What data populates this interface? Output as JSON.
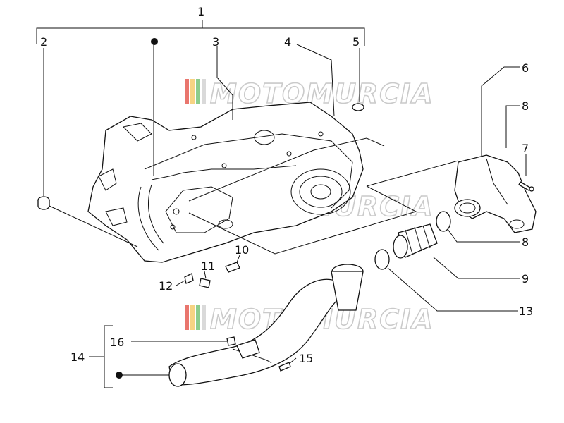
{
  "watermark": "MOTOMURCIA",
  "colors": {
    "line": "#111111",
    "background": "#ffffff",
    "watermark_stripes": [
      "#e03c31",
      "#f2c14e",
      "#5bb75b",
      "#c9c9c9"
    ]
  },
  "parts": [
    {
      "id": "1",
      "label": "1"
    },
    {
      "id": "2",
      "label": "2"
    },
    {
      "id": "3",
      "label": "3"
    },
    {
      "id": "4",
      "label": "4"
    },
    {
      "id": "5",
      "label": "5"
    },
    {
      "id": "6",
      "label": "6"
    },
    {
      "id": "7",
      "label": "7"
    },
    {
      "id": "8a",
      "label": "8"
    },
    {
      "id": "8b",
      "label": "8"
    },
    {
      "id": "9",
      "label": "9"
    },
    {
      "id": "10",
      "label": "10"
    },
    {
      "id": "11",
      "label": "11"
    },
    {
      "id": "12",
      "label": "12"
    },
    {
      "id": "13",
      "label": "13"
    },
    {
      "id": "14",
      "label": "14"
    },
    {
      "id": "15",
      "label": "15"
    },
    {
      "id": "16",
      "label": "16"
    }
  ]
}
